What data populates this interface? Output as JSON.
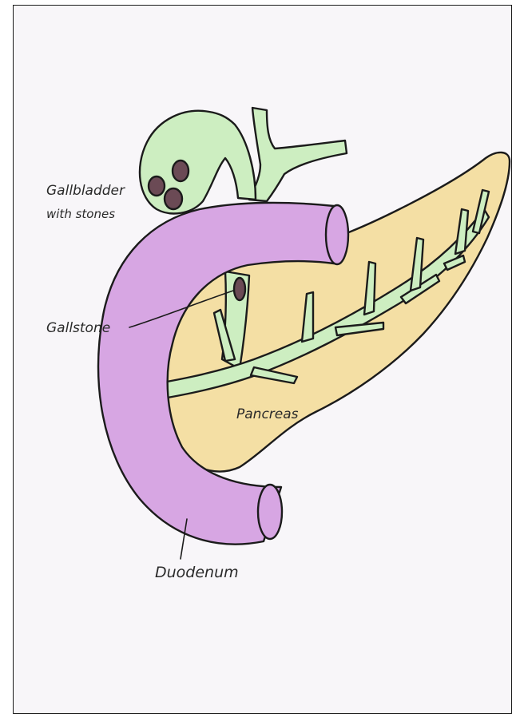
{
  "labels": {
    "gallbladder_line1": "Gallbladder",
    "gallbladder_line2": "with stones",
    "gallstone": "Gallstone",
    "pancreas": "Pancreas",
    "duodenum": "Duodenum"
  },
  "colors": {
    "paper": "#f8f6f9",
    "duodenum": "#d7a6e3",
    "pancreas": "#f4dfa4",
    "ducts": "#cdeec1",
    "stones": "#6b4a55",
    "outline": "#1b1b1b"
  }
}
